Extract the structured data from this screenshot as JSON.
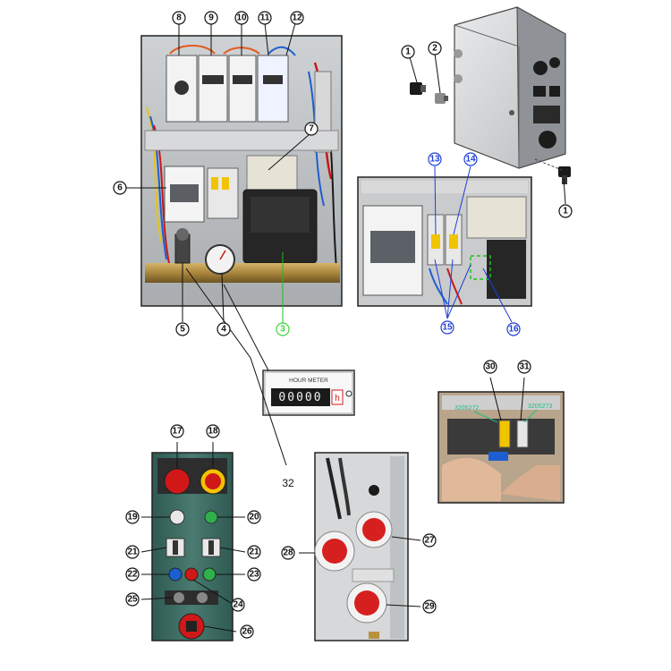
{
  "hour_meter": {
    "title": "HOUR METER",
    "digits": "00000",
    "unit": "h"
  },
  "part_codes": {
    "left": "3205272",
    "right": "3205273"
  },
  "callouts": {
    "c1": "1",
    "c2": "2",
    "c3": "3",
    "c4": "4",
    "c5": "5",
    "c6": "6",
    "c7": "7",
    "c8": "8",
    "c9": "9",
    "c10": "10",
    "c11": "11",
    "c12": "12",
    "c13": "13",
    "c14": "14",
    "c15": "15",
    "c16": "16",
    "c17": "17",
    "c18": "18",
    "c19": "19",
    "c20": "20",
    "c21": "21",
    "c22": "22",
    "c23": "23",
    "c24": "24",
    "c25": "25",
    "c26": "26",
    "c27": "27",
    "c28": "28",
    "c29": "29",
    "c30": "30",
    "c31": "31",
    "c32": "32"
  },
  "colors": {
    "callout_default": "#111111",
    "callout_blue": "#1f3fd6",
    "callout_green": "#3fd63f",
    "estop_red": "#d01818",
    "estop_yellow": "#f2c200",
    "panel_teal": "#3d6b63"
  }
}
